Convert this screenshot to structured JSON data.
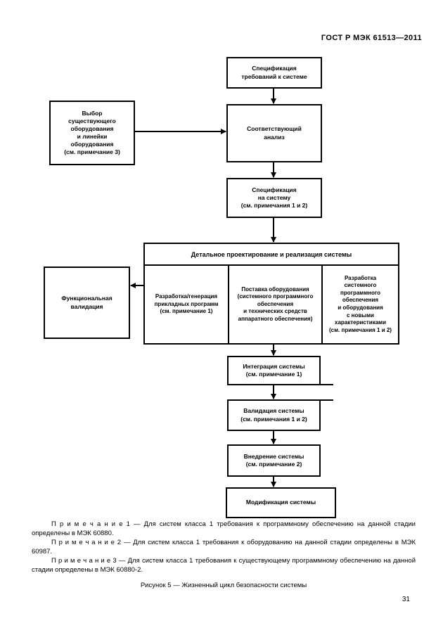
{
  "page": {
    "header": "ГОСТ Р МЭК 61513—2011",
    "caption": "Рисунок 5 — Жизненный цикл безопасности системы",
    "page_number": "31"
  },
  "flowchart": {
    "nodes": {
      "spec_requirements": "Спецификация\nтребований к системе",
      "equipment_selection": "Выбор\nсуществующего\nоборудования\nи линейки\nоборудования\n(см. примечание 3)",
      "analysis": "Соответствующий\nанализ",
      "system_spec": "Спецификация\nна систему\n(см. примечания 1 и 2)",
      "detailed_design_header": "Детальное проектирование и реализация системы",
      "app_software": "Разработка/генерация\nприкладных программ\n(см. примечание 1)",
      "equipment_supply": "Поставка оборудования\n(системного программного\nобеспечения\nи технических средств\nаппаратного обеспечения)",
      "new_features": "Разработка\nсистемного\nпрограммного\nобеспечения\nи оборудования\nс новыми\nхарактеристиками\n(см. примечания 1 и 2)",
      "functional_validation": "Функциональная\nвалидация",
      "integration": "Интеграция системы\n(см. примечание 1)",
      "validation": "Валидация системы\n(см. примечания 1 и 2)",
      "installation": "Внедрение системы\n(см. примечание 2)",
      "modification": "Модификация системы"
    }
  },
  "notes": [
    "П р и м е ч а н и е  1 — Для систем класса 1 требования к программному обеспечению на данной стадии определены в МЭК 60880.",
    "П р и м е ч а н и е  2 — Для систем класса 1 требования к оборудованию на данной стадии определены в МЭК 60987.",
    "П р и м е ч а н и е  3 — Для систем класса 1 требования к существующему программному обеспечению на данной стадии определены в МЭК 60880-2."
  ]
}
